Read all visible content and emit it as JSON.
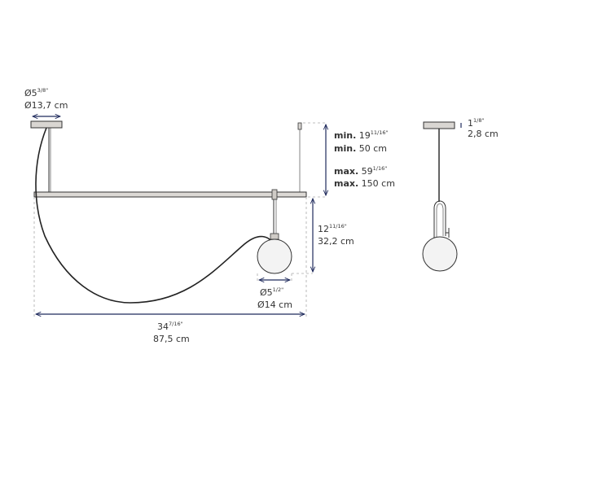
{
  "front_view": {
    "canopy_diameter": {
      "inch_main": "Ø5",
      "inch_frac": "3/8",
      "inch_mark": "\"",
      "metric": "Ø13,7 cm"
    },
    "height_min": {
      "prefix": "min.",
      "inch_main": "19",
      "inch_frac": "11/16",
      "inch_mark": "\"",
      "metric_prefix": "min.",
      "metric": "50 cm"
    },
    "height_max": {
      "prefix": "max.",
      "inch_main": "59",
      "inch_frac": "1/16",
      "inch_mark": "\"",
      "metric_prefix": "max.",
      "metric": "150 cm"
    },
    "drop_height": {
      "inch_main": "12",
      "inch_frac": "11/16",
      "inch_mark": "\"",
      "metric": "32,2 cm"
    },
    "globe_diameter": {
      "inch_main": "Ø5",
      "inch_frac": "1/2",
      "inch_mark": "\"",
      "metric": "Ø14 cm"
    },
    "total_width": {
      "inch_main": "34",
      "inch_frac": "7/16",
      "inch_mark": "\"",
      "metric": "87,5 cm"
    }
  },
  "side_view": {
    "canopy_height": {
      "inch_main": "1",
      "inch_frac": "1/8",
      "inch_mark": "\"",
      "metric": "2,8 cm"
    }
  },
  "colors": {
    "line": "#333333",
    "dim_blue": "#1f2a5c",
    "guide": "#999999",
    "metal": "#c9c6c2",
    "glass": "#f1f1f1"
  }
}
